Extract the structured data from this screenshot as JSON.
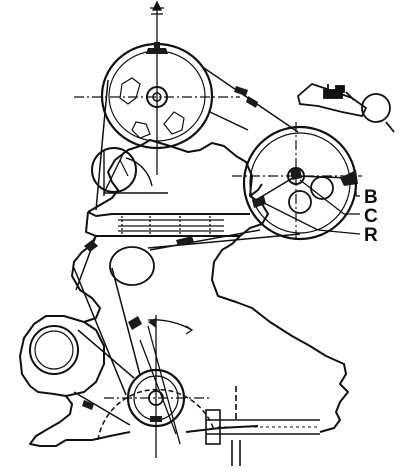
{
  "diagram": {
    "callouts": [
      {
        "id": "B",
        "label": "B"
      },
      {
        "id": "C",
        "label": "C"
      },
      {
        "id": "R",
        "label": "R"
      }
    ],
    "colors": {
      "ink": "#111111",
      "background": "#ffffff",
      "mark": "#1a1a1a"
    }
  }
}
